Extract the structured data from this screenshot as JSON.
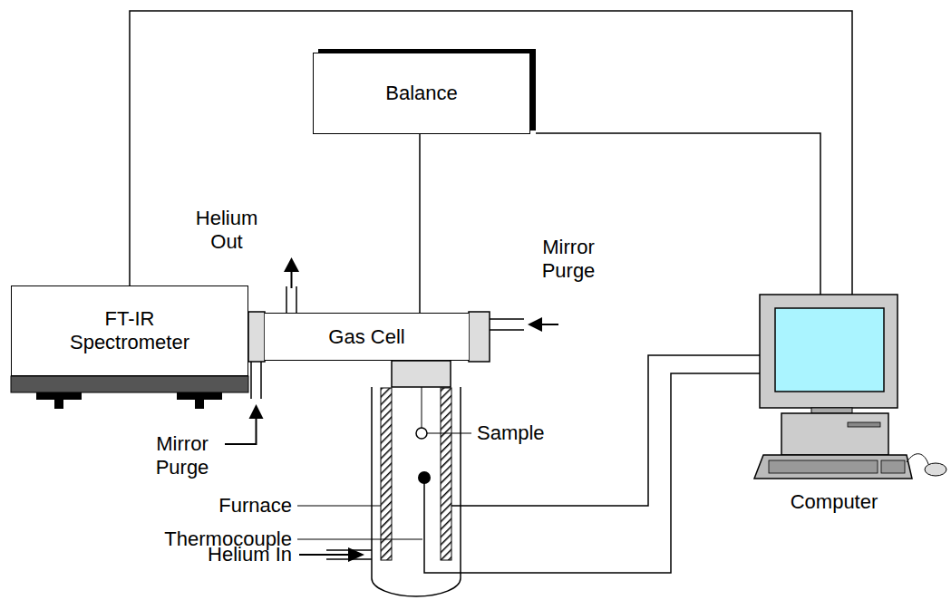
{
  "diagram": {
    "nodes": [
      {
        "text": [
          "Balance"
        ]
      },
      {
        "text": [
          "FT-IR Spectrometer"
        ]
      },
      {
        "text": [
          "Gas Cell"
        ]
      },
      {
        "text": [
          "Computer"
        ]
      }
    ],
    "edges": [
      {
        "from": 1,
        "to": 3,
        "arrow": "none"
      },
      {
        "from": 0,
        "to": 3,
        "arrow": "none"
      },
      {
        "from": 0,
        "to": 2,
        "arrow": "none"
      }
    ],
    "labels": [
      "Helium Out",
      "Mirror Purge",
      "Mirror Purge",
      "Sample",
      "Furnace",
      "Thermocouple",
      "Helium In"
    ]
  }
}
